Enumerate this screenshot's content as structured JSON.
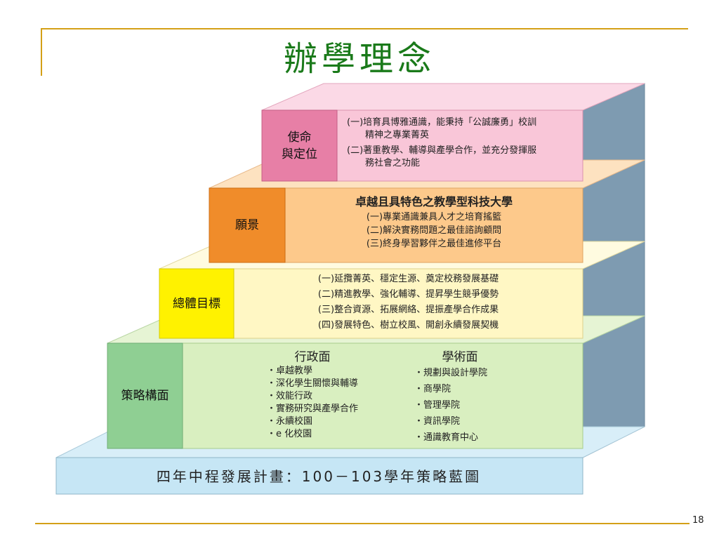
{
  "title": "辦學理念",
  "page_number": "18",
  "colors": {
    "accent_rule": "#d4a017",
    "title": "#1a7a1a",
    "mission_label": "#e77fa6",
    "mission_body": "#f9c6d8",
    "vision_label": "#f08c2a",
    "vision_body": "#fdc98b",
    "goals_label": "#fff200",
    "goals_body": "#fff7c4",
    "strategy_label": "#8fcf93",
    "strategy_body": "#d9efc0",
    "base": "#c6e6f5",
    "side_wall": "#7e9bb1"
  },
  "mission": {
    "label_line1": "使命",
    "label_line2": "與定位",
    "items": [
      {
        "line1": "(一)培育具博雅通識，能秉持「公誠廉勇」校訓",
        "line2": "精神之專業菁英"
      },
      {
        "line1": "(二)著重教學、輔導與產學合作，並充分發揮服",
        "line2": "務社會之功能"
      }
    ]
  },
  "vision": {
    "label": "願景",
    "heading": "卓越且具特色之教學型科技大學",
    "items": [
      "(一)專業通識兼具人才之培育搖籃",
      "(二)解決實務問題之最佳諮詢顧問",
      "(三)終身學習夥伴之最佳進修平台"
    ]
  },
  "goals": {
    "label": "總體目標",
    "items": [
      "(一)延攬菁英、穩定生源、奠定校務發展基礎",
      "(二)精進教學、強化輔導、提昇學生競爭優勢",
      "(三)整合資源、拓展網絡、提振產學合作成果",
      "(四)發展特色、樹立校風、開創永續發展契機"
    ]
  },
  "strategy": {
    "label": "策略構面",
    "admin_heading": "行政面",
    "admin_items": [
      "・卓越教學",
      "・深化學生關懷與輔導",
      "・效能行政",
      "・實務研究與產學合作",
      "・永續校園",
      "・e 化校園"
    ],
    "academic_heading": "學術面",
    "academic_items": [
      "・規劃與設計學院",
      "・商學院",
      "・管理學院",
      "・資訊學院",
      "・通識教育中心"
    ]
  },
  "base": {
    "label": "四年中程發展計畫：100－103學年策略藍圖"
  }
}
